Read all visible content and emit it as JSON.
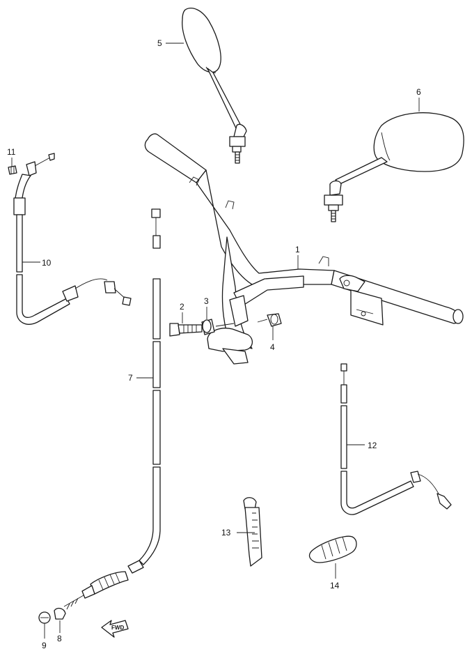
{
  "callouts": {
    "c1": "1",
    "c2": "2",
    "c3": "3",
    "c4": "4",
    "c5": "5",
    "c6": "6",
    "c7": "7",
    "c8": "8",
    "c9": "9",
    "c10": "10",
    "c11": "11",
    "c12": "12",
    "c13": "13",
    "c14": "14"
  },
  "fwd_label": "FWD",
  "colors": {
    "line": "#1a1a1a",
    "background": "#ffffff"
  }
}
